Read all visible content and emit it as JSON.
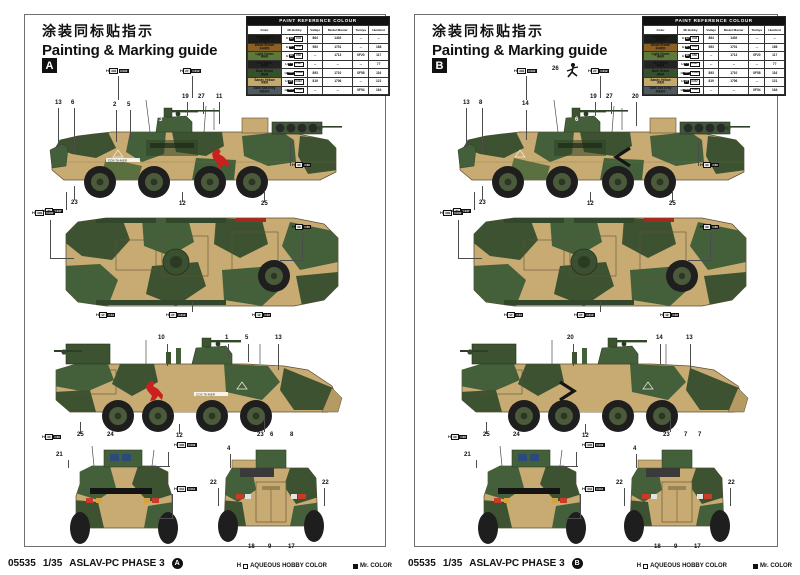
{
  "document": {
    "title_cn": "涂装同标贴指示",
    "title_en": "Painting & Marking guide",
    "kit_number": "05535",
    "scale": "1/35",
    "kit_name": "ASLAV-PC PHASE 3"
  },
  "legend": {
    "aqueous_label": "AQUEOUS HOBBY COLOR",
    "aqueous_prefix": "H",
    "mr_label": "Mr. COLOR"
  },
  "paint_table": {
    "title": "PAINT  REFERENCE  COLOUR",
    "columns": [
      "Color",
      "Mr.Hobby",
      "Vallejo",
      "Model Master",
      "Tamiya",
      "Humbrol"
    ],
    "rows": [
      {
        "name_en": "Hood Black",
        "name_cn": "引擎盖黑",
        "swatch": "#1c1c18",
        "mr_h": "H12",
        "mr_c": "C33",
        "vallejo": "864",
        "model_master": "1402",
        "tamiya": "--",
        "humbrol": "--"
      },
      {
        "name_en": "Wood Brown",
        "name_cn": "木材棕色",
        "swatch": "#8a6024",
        "mr_h": "H17",
        "mr_c": "C43",
        "vallejo": "983",
        "model_master": "1701",
        "tamiya": "--",
        "humbrol": "186"
      },
      {
        "name_en": "Light Green",
        "name_cn": "浅绿色",
        "swatch": "#5f7a38",
        "mr_h": "H30",
        "mr_c": "C60",
        "vallejo": "--",
        "model_master": "1713",
        "tamiya": "XF20",
        "humbrol": "117"
      },
      {
        "name_en": "Tire Black",
        "name_cn": "轮胎黑",
        "swatch": "#232323",
        "mr_h": "H77",
        "mr_c": "C137",
        "vallejo": "--",
        "model_master": "--",
        "tamiya": "--",
        "humbrol": "77"
      },
      {
        "name_en": "Dark Green",
        "name_cn": "深绿色",
        "swatch": "#35502b",
        "mr_h": "H302",
        "mr_c": "C340",
        "vallejo": "893",
        "model_master": "1710",
        "tamiya": "XF58",
        "humbrol": "116"
      },
      {
        "name_en": "Sandy Yellow",
        "name_cn": "沙黄色",
        "swatch": "#c4a96a",
        "mr_h": "H27",
        "mr_c": "C312",
        "vallejo": "819",
        "model_master": "1706",
        "tamiya": "--",
        "humbrol": "121"
      },
      {
        "name_en": "Dark Sea Grey",
        "name_cn": "深海灰色",
        "swatch": "#4e5a5e",
        "mr_h": "H331",
        "mr_c": "C331",
        "vallejo": "--",
        "model_master": "--",
        "tamiya": "XF54",
        "humbrol": "164"
      }
    ]
  },
  "panels": [
    {
      "id": "A",
      "label": "A",
      "views": [
        {
          "name": "left-side-view",
          "numbers": [
            "13",
            "6",
            "2",
            "5",
            "3",
            "19",
            "27",
            "11",
            "23",
            "12",
            "25"
          ],
          "badges": [
            "H302 C340",
            "H27 C312",
            "H30 C60",
            "H77 C137"
          ]
        },
        {
          "name": "top-plan-view",
          "numbers": [],
          "badges": [
            "H302 C340",
            "H30 C60",
            "H17 C43",
            "H27 C312",
            "H12 C33"
          ]
        },
        {
          "name": "right-side-view",
          "numbers": [
            "10",
            "1",
            "5",
            "13",
            "25",
            "24",
            "12",
            "23",
            "6",
            "8"
          ],
          "badges": [
            "H302 C340",
            "H30 C60"
          ]
        },
        {
          "name": "front-view",
          "numbers": [
            "21",
            "22"
          ],
          "badges": [
            "H302 C340",
            "H331 C331"
          ]
        },
        {
          "name": "rear-view",
          "numbers": [
            "4",
            "22",
            "18",
            "9",
            "17"
          ],
          "badges": []
        }
      ],
      "marking": "kangaroo-emblem"
    },
    {
      "id": "B",
      "label": "B",
      "views": [
        {
          "name": "left-side-view",
          "numbers": [
            "13",
            "8",
            "14",
            "6",
            "26",
            "19",
            "27",
            "20",
            "23",
            "12",
            "25"
          ],
          "badges": [
            "H302 C340",
            "H27 C312",
            "H30 C60",
            "H77 C137"
          ]
        },
        {
          "name": "top-plan-view",
          "numbers": [],
          "badges": [
            "H302 C340",
            "H30 C60",
            "H17 C43",
            "H27 C312",
            "H12 C33"
          ]
        },
        {
          "name": "right-side-view",
          "numbers": [
            "20",
            "14",
            "13",
            "25",
            "24",
            "12",
            "23",
            "7",
            "7"
          ],
          "badges": [
            "H302 C340",
            "H30 C60"
          ]
        },
        {
          "name": "front-view",
          "numbers": [
            "21",
            "22"
          ],
          "badges": [
            "H302 C340",
            "H331 C331"
          ]
        },
        {
          "name": "rear-view",
          "numbers": [
            "4",
            "22",
            "18",
            "9",
            "17"
          ],
          "badges": []
        }
      ],
      "marking": "chevron-emblem"
    }
  ]
}
